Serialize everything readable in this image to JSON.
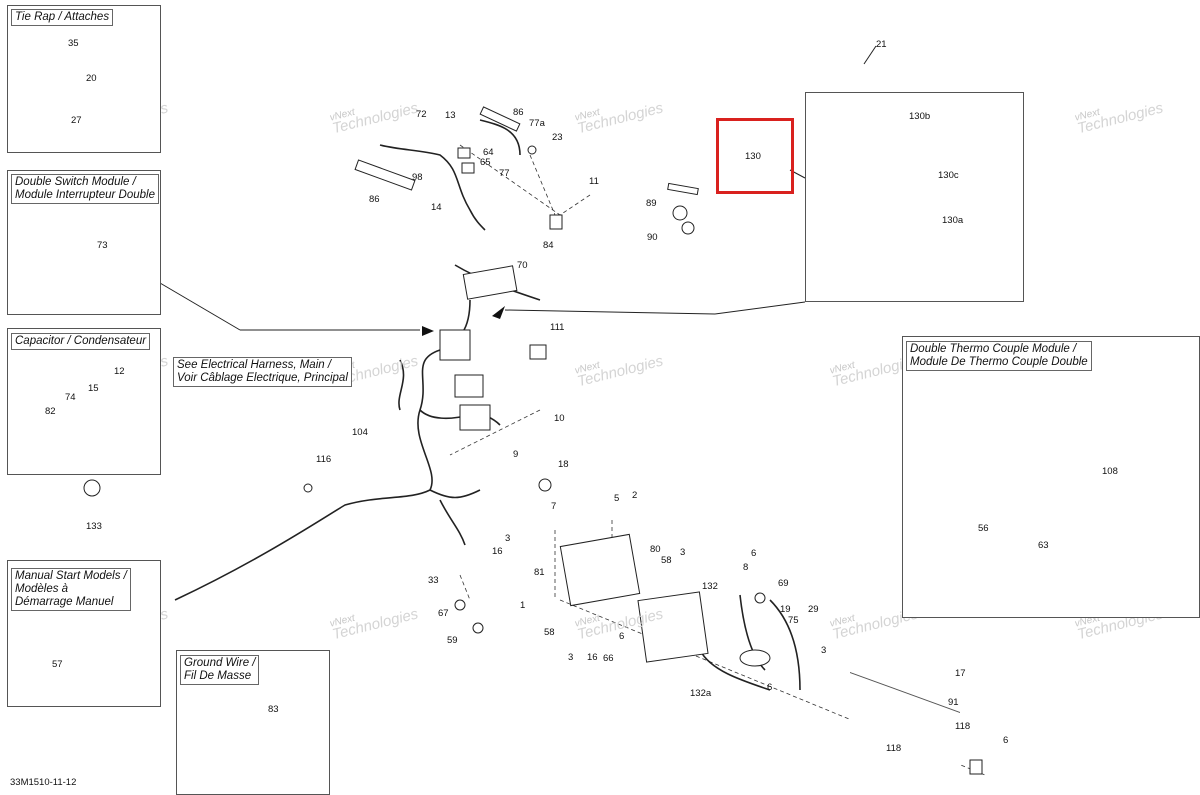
{
  "diagram_ref": "33M1510-11-12",
  "highlight_color": "#d9211e",
  "watermark": {
    "line1": "vNext",
    "line2": "Technologies"
  },
  "callouts": {
    "tie_rap": [
      "Tie Rap / Attaches"
    ],
    "double_switch": [
      "Double Switch Module /",
      "Module Interrupteur Double"
    ],
    "capacitor": [
      "Capacitor / Condensateur"
    ],
    "manual_start": [
      "Manual Start Models /",
      "Modèles à",
      "Démarrage Manuel"
    ],
    "ground_wire": [
      "Ground Wire /",
      "Fil De Masse"
    ],
    "see_harness": [
      "See Electrical Harness, Main /",
      "Voir Câblage Electrique, Principal"
    ],
    "thermo_couple": [
      "Double Thermo Couple Module /",
      "Module De Thermo Couple Double"
    ]
  },
  "part_labels": {
    "p35": "35",
    "p20": "20",
    "p27": "27",
    "p73": "73",
    "p15": "15",
    "p74": "74",
    "p82": "82",
    "p12": "12",
    "p133": "133",
    "p57": "57",
    "p83": "83",
    "p72": "72",
    "p13": "13",
    "p86a": "86",
    "p77a": "77a",
    "p23": "23",
    "p64": "64",
    "p65": "65",
    "p77": "77",
    "p98": "98",
    "p14": "14",
    "p86b": "86",
    "p11": "11",
    "p84": "84",
    "p89": "89",
    "p90": "90",
    "p130": "130",
    "p21": "21",
    "p130b": "130b",
    "p130c": "130c",
    "p130a": "130a",
    "p70": "70",
    "p111": "111",
    "p104": "104",
    "p10": "10",
    "p9": "9",
    "p116": "116",
    "p18": "18",
    "p7": "7",
    "p5": "5",
    "p2": "2",
    "p3a": "3",
    "p16a": "16",
    "p80": "80",
    "p3b": "3",
    "p81": "81",
    "p33": "33",
    "p58a": "58",
    "p1": "1",
    "p58b": "58",
    "p67": "67",
    "p59": "59",
    "p3c": "3",
    "p16b": "16",
    "p66": "66",
    "p6a": "6",
    "p132": "132",
    "p132a": "132a",
    "p6b": "6",
    "p8": "8",
    "p69": "69",
    "p19": "19",
    "p75": "75",
    "p29": "29",
    "p3d": "3",
    "p6c": "6",
    "p17": "17",
    "p91": "91",
    "p118a": "118",
    "p118b": "118",
    "p6d": "6",
    "p108": "108",
    "p56": "56",
    "p63": "63"
  }
}
